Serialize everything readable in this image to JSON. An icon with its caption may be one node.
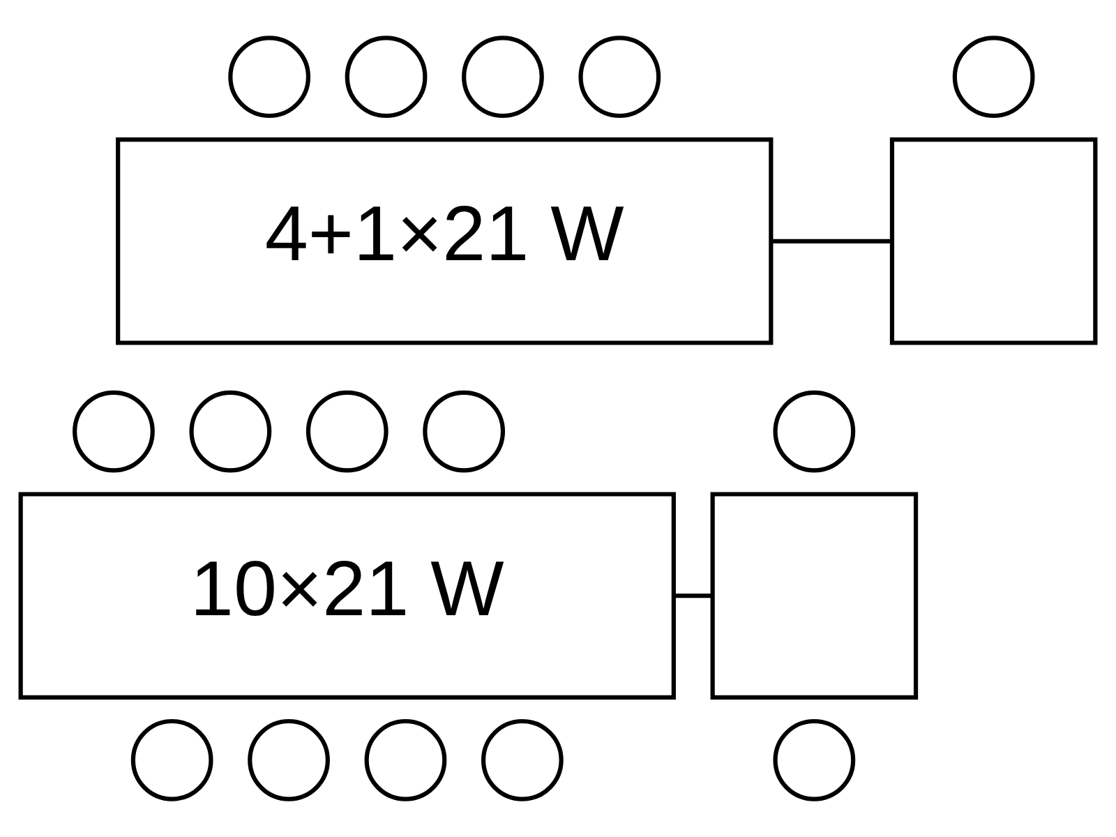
{
  "diagram": {
    "nodes": [
      {
        "text": [
          "4+1×21 W"
        ]
      },
      {
        "text": [],
        "shape": "box"
      },
      {
        "text": [],
        "shape": "circle"
      },
      {
        "text": [],
        "shape": "circle"
      },
      {
        "text": [],
        "shape": "circle"
      },
      {
        "text": [],
        "shape": "circle"
      },
      {
        "text": [],
        "shape": "circle"
      },
      {
        "text": [
          "10×21 W"
        ]
      },
      {
        "text": [],
        "shape": "box"
      },
      {
        "text": [],
        "shape": "circle"
      },
      {
        "text": [],
        "shape": "circle"
      },
      {
        "text": [],
        "shape": "circle"
      },
      {
        "text": [],
        "shape": "circle"
      },
      {
        "text": [],
        "shape": "circle"
      },
      {
        "text": [],
        "shape": "circle"
      },
      {
        "text": [],
        "shape": "circle"
      },
      {
        "text": [],
        "shape": "circle"
      },
      {
        "text": [],
        "shape": "circle"
      },
      {
        "text": [],
        "shape": "circle"
      }
    ],
    "edges": [
      {
        "from": 0,
        "to": 1,
        "arrow": "none"
      },
      {
        "from": 7,
        "to": 8,
        "arrow": "none"
      }
    ]
  }
}
